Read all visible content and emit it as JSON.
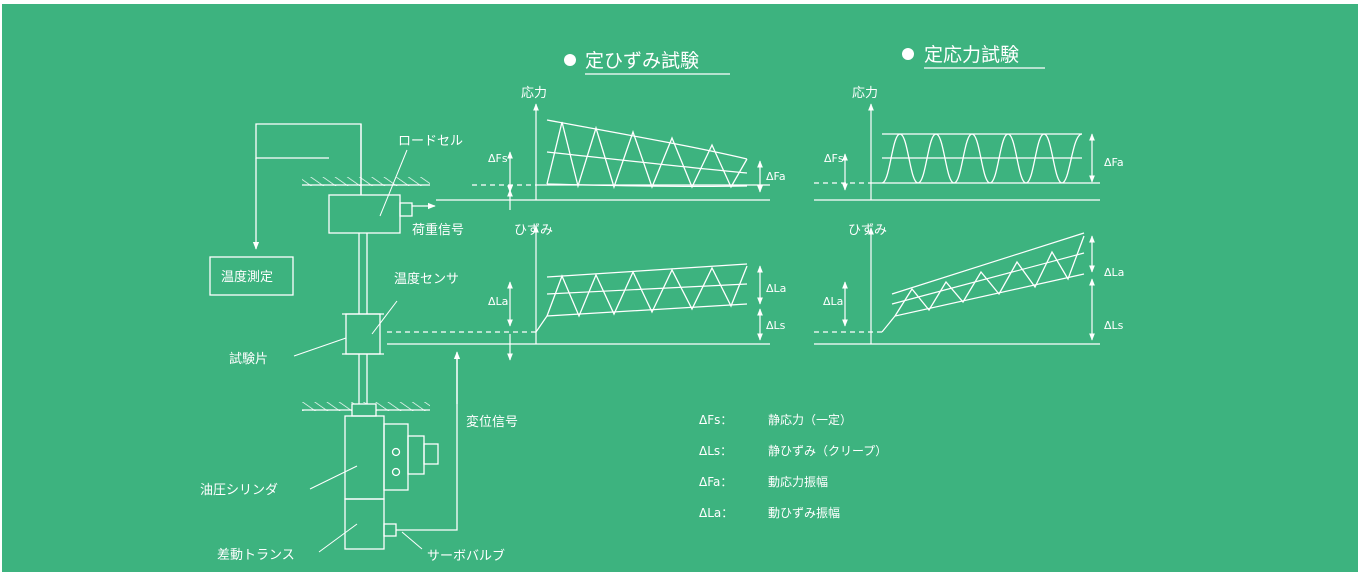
{
  "titles": {
    "constant_strain": "定ひずみ試験",
    "constant_stress": "定応力試験"
  },
  "apparatus": {
    "load_cell": "ロードセル",
    "load_signal": "荷重信号",
    "temperature_measurement": "温度測定",
    "temperature_sensor": "温度センサ",
    "specimen": "試験片",
    "displacement_signal": "変位信号",
    "hydraulic_cylinder": "油圧シリンダ",
    "differential_transformer": "差動トランス",
    "servo_valve": "サーボバルブ"
  },
  "axes": {
    "stress": "応力",
    "strain": "ひずみ"
  },
  "deltas": {
    "dFs": "ΔFs",
    "dFa": "ΔFa",
    "dLs": "ΔLs",
    "dLa": "ΔLa"
  },
  "legend": [
    {
      "symbol": "ΔFs：",
      "text": "静応力（一定）"
    },
    {
      "symbol": "ΔLs：",
      "text": "静ひずみ（クリープ）"
    },
    {
      "symbol": "ΔFa：",
      "text": "動応力振幅"
    },
    {
      "symbol": "ΔLa：",
      "text": "動ひずみ振幅"
    }
  ],
  "colors": {
    "background": "#3db37f",
    "lines": "#ffffff"
  }
}
